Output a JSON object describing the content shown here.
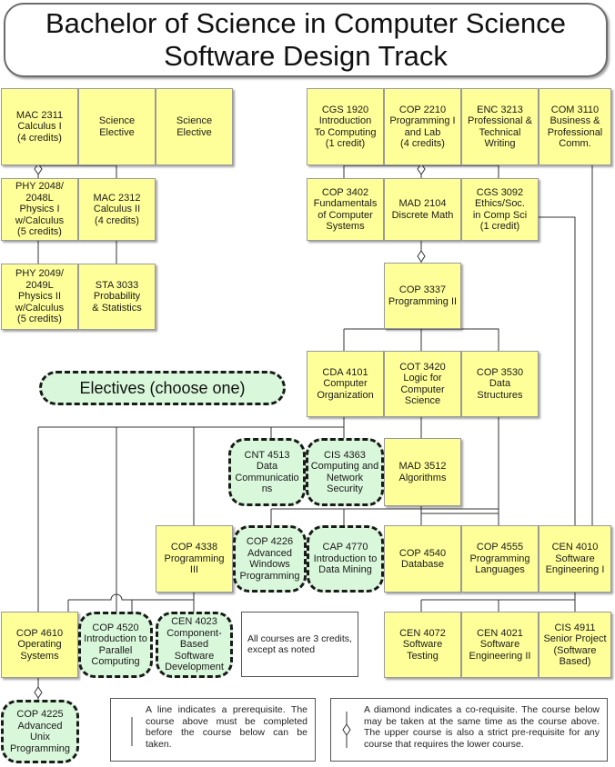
{
  "title": {
    "line1": "Bachelor of Science in Computer Science",
    "line2": "Software Design Track"
  },
  "electives_label": "Electives (choose one)",
  "courses": {
    "mac2311": "MAC 2311\nCalculus I\n(4 credits)",
    "sci1": "Science\nElective",
    "sci2": "Science\nElective",
    "cgs1920": "CGS 1920\nIntroduction\nTo Computing\n(1 credit)",
    "cop2210": "COP 2210\nProgramming I\nand Lab\n(4 credits)",
    "enc3213": "ENC 3213\nProfessional &\nTechnical\nWriting",
    "com3110": "COM 3110\nBusiness &\nProfessional\nComm.",
    "phy2048": "PHY 2048/\n2048L\nPhysics I\nw/Calculus\n(5 credits)",
    "mac2312": "MAC 2312\nCalculus II\n(4 credits)",
    "cop3402": "COP 3402\nFundamentals\nof Computer\nSystems",
    "mad2104": "MAD 2104\nDiscrete Math",
    "cgs3092": "CGS 3092\nEthics/Soc.\nin Comp Sci\n(1 credit)",
    "phy2049": "PHY 2049/\n2049L\nPhysics II\nw/Calculus\n(5 credits)",
    "sta3033": "STA 3033\nProbability\n& Statistics",
    "cop3337": "COP 3337\nProgramming II",
    "cda4101": "CDA 4101\nComputer\nOrganization",
    "cot3420": "COT 3420\nLogic for\nComputer\nScience",
    "cop3530": "COP 3530\nData\nStructures",
    "cnt4513": "CNT 4513\nData\nCommunicatio\nns",
    "cis4363": "CIS 4363\nComputing and\nNetwork\nSecurity",
    "mad3512": "MAD 3512\nAlgorithms",
    "cop4338": "COP 4338\nProgramming\nIII",
    "cop4226": "COP 4226\nAdvanced\nWindows\nProgramming",
    "cap4770": "CAP 4770\nIntroduction to\nData Mining",
    "cop4540": "COP 4540\nDatabase",
    "cop4555": "COP 4555\nProgramming\nLanguages",
    "cen4010": "CEN 4010\nSoftware\nEngineering I",
    "cop4610": "COP 4610\nOperating\nSystems",
    "cop4520": "COP 4520\nIntroduction to\nParallel\nComputing",
    "cen4023": "CEN 4023\nComponent-\nBased\nSoftware\nDevelopment",
    "cen4072": "CEN 4072\nSoftware\nTesting",
    "cen4021": "CEN 4021\nSoftware\nEngineering II",
    "cis4911": "CIS 4911\nSenior Project\n(Software\nBased)",
    "cop4225": "COP 4225\nAdvanced\nUnix\nProgramming"
  },
  "notes": {
    "credits": "All courses are 3 credits, except as noted",
    "line_legend": "A line indicates a prerequisite. The course above must be completed before the course below can be taken.",
    "diamond_legend": "A diamond indicates a co-requisite. The course below may be taken at the same time as the course above. The upper course is also a strict pre-requisite for any course that requires the lower course."
  },
  "colors": {
    "required": "#ffff99",
    "elective": "#d9f7da",
    "line": "#333333"
  }
}
